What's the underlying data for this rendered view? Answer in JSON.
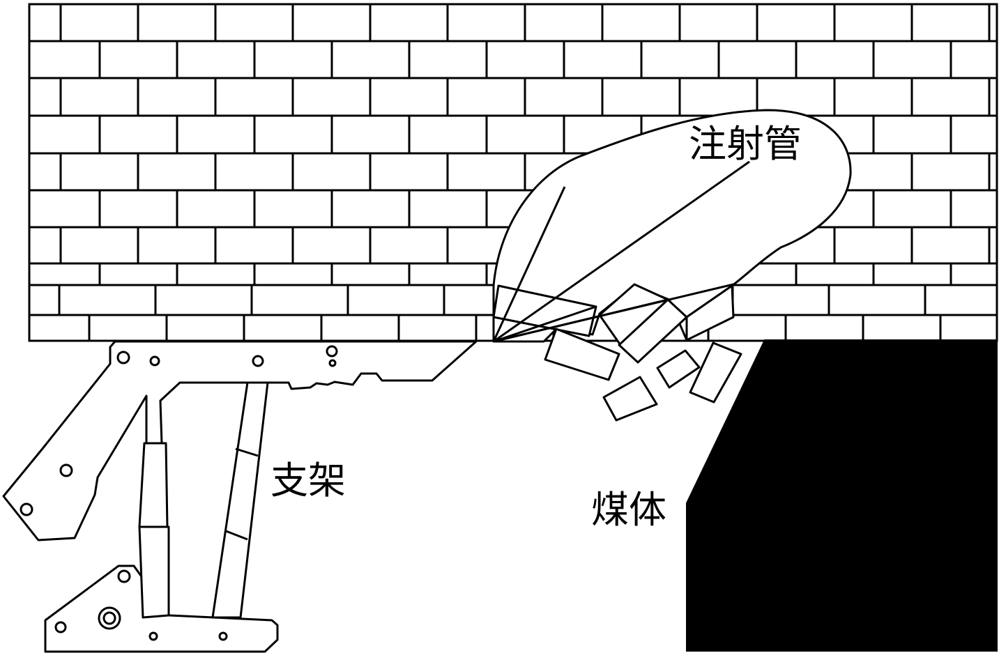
{
  "labels": {
    "injection_pipe": "注射管",
    "support": "支架",
    "coal_body": "煤体"
  },
  "colors": {
    "line": "#000000",
    "background": "#ffffff",
    "coal": "#000000"
  }
}
